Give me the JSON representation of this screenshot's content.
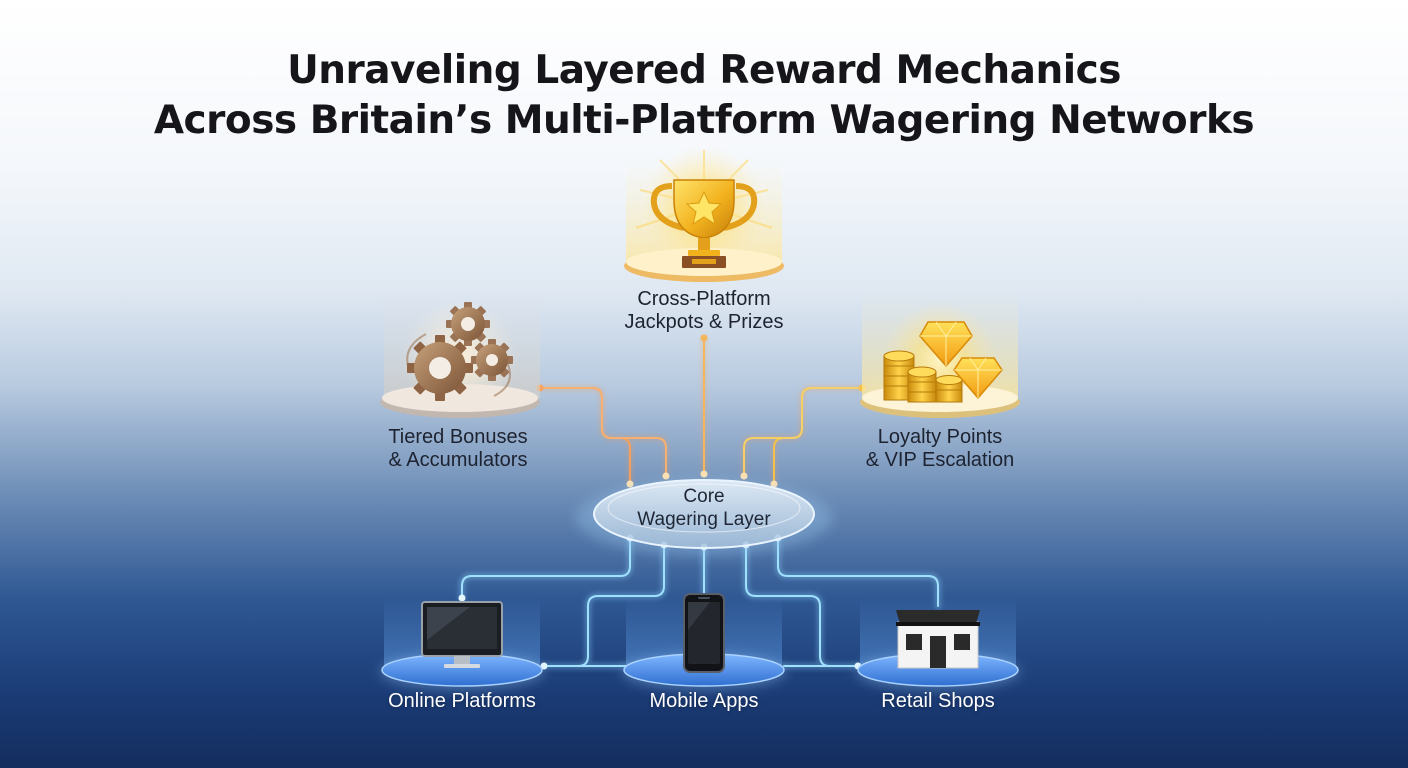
{
  "title": {
    "line1": "Unraveling Layered Reward Mechanics",
    "line2": "Across Britain’s Multi-Platform Wagering Networks"
  },
  "nodes": {
    "jackpots": {
      "line1": "Cross-Platform",
      "line2": "Jackpots & Prizes",
      "icon": "trophy-icon"
    },
    "bonuses": {
      "line1": "Tiered Bonuses",
      "line2": "& Accumulators",
      "icon": "gears-icon"
    },
    "loyalty": {
      "line1": "Loyalty Points",
      "line2": "& VIP Escalation",
      "icon": "coins-diamonds-icon"
    },
    "core": {
      "line1": "Core",
      "line2": "Wagering Layer"
    },
    "online": {
      "label": "Online Platforms",
      "icon": "monitor-icon"
    },
    "mobile": {
      "label": "Mobile Apps",
      "icon": "smartphone-icon"
    },
    "retail": {
      "label": "Retail Shops",
      "icon": "storefront-icon"
    }
  },
  "colors": {
    "upper_connector_warm": "#f5a05a",
    "upper_connector_gold": "#f3c24a",
    "lower_connector": "#8fd8ff",
    "platform_disc": "#4f8fe6",
    "trophy_gold": "#f2b21e"
  }
}
